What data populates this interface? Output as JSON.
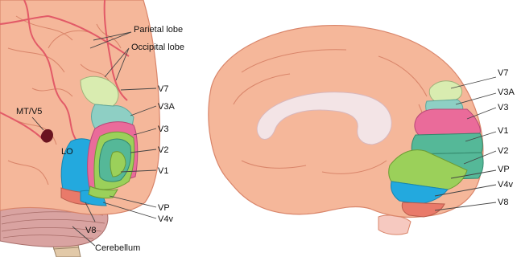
{
  "labels": {
    "parietal_lobe": "Parietal lobe",
    "occipital_lobe": "Occipital lobe",
    "mt_v5": "MT/V5",
    "lo": "LO",
    "cerebellum": "Cerebellum",
    "left_v7": "V7",
    "left_v3a": "V3A",
    "left_v3": "V3",
    "left_v2": "V2",
    "left_v1": "V1",
    "left_vp": "VP",
    "left_v4v": "V4v",
    "left_v8": "V8",
    "right_v7": "V7",
    "right_v3a": "V3A",
    "right_v3": "V3",
    "right_v1": "V1",
    "right_v2": "V2",
    "right_vp": "VP",
    "right_v4v": "V4v",
    "right_v8": "V8"
  },
  "colors": {
    "cortex": "#f5b79a",
    "cortex_edge": "#d9856a",
    "sulcus_red": "#e25a67",
    "corpus_callosum": "#f3e4e6",
    "cerebellum": "#d9a3a1",
    "brainstem": "#e2c9a8",
    "v1": "#55b898",
    "v2": "#9bd05a",
    "v3": "#ea6b9a",
    "v3a": "#8ecfc4",
    "v7": "#d9ecb0",
    "v4v": "#23a9de",
    "vp": "#9bd05a",
    "v8": "#f6c9c0",
    "lo": "#23a9de",
    "mt": "#6a1420"
  }
}
